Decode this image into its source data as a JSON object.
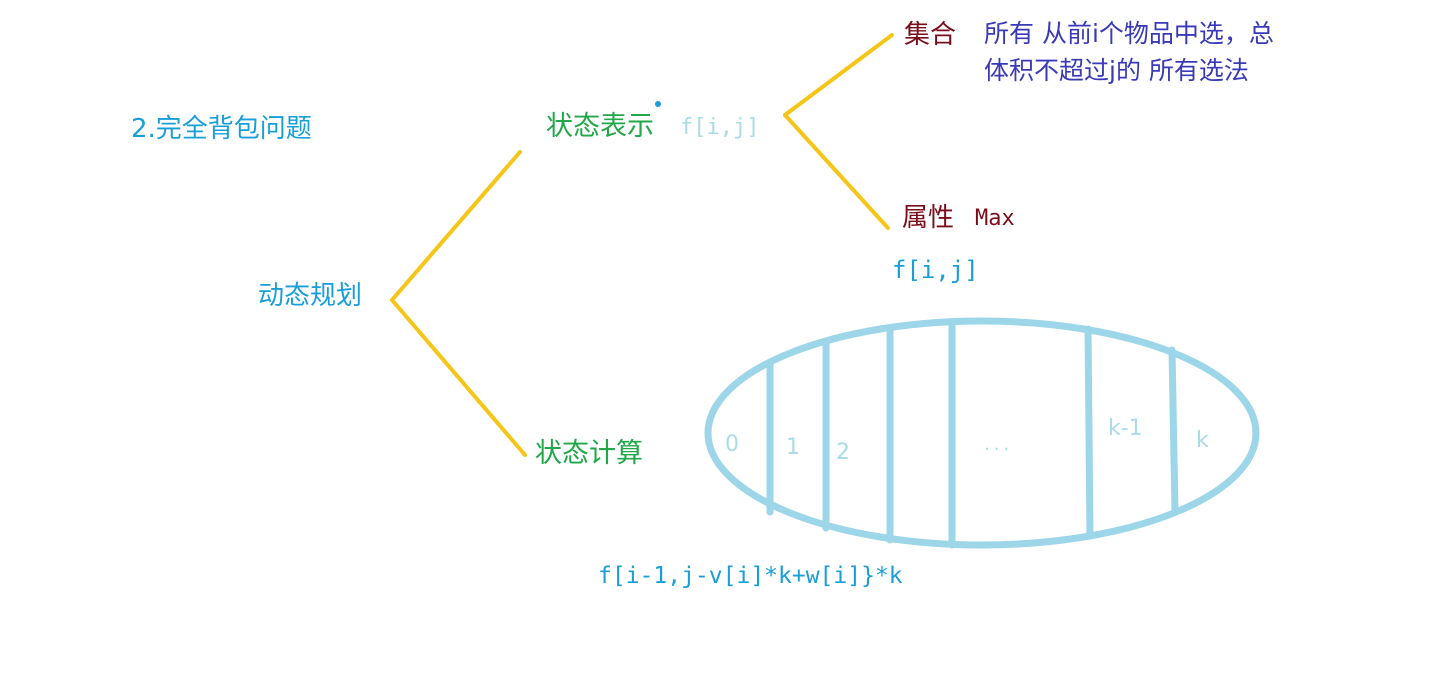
{
  "title": "2.完全背包问题",
  "root": "动态规划",
  "branches": {
    "representation": "状态表示",
    "computation": "状态计算"
  },
  "representation_notation": "f[i,j]",
  "set": {
    "label": "集合",
    "desc_line1": "所有 从前i个物品中选，总",
    "desc_line2": "体积不超过j的 所有选法"
  },
  "attribute": {
    "label": "属性",
    "value": "Max"
  },
  "ellipse_top_label": "f[i,j]",
  "partitions": [
    "0",
    "1",
    "2",
    "...",
    "k-1",
    "k"
  ],
  "formula": "f[i-1,j-v[i]*k+w[i]}*k",
  "colors": {
    "blue_text": "#1a9ed8",
    "green_text": "#22a84a",
    "dark_red": "#7a0d1a",
    "purple": "#3a3ab8",
    "yellow_line": "#f5c518",
    "ellipse": "#9dd6e8",
    "light_text": "#a9dbe8"
  }
}
